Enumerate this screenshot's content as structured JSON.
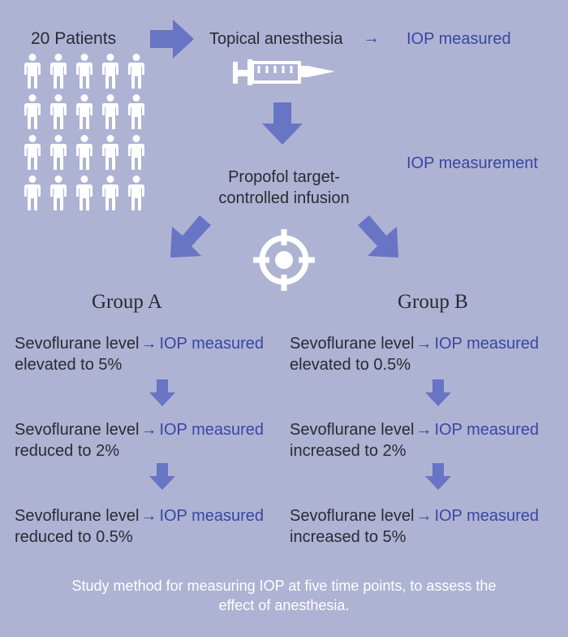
{
  "top": {
    "patients": "20 Patients",
    "topical": "Topical anesthesia",
    "iop_measured": "IOP measured",
    "iop_measurement": "IOP measurement",
    "propofol_line1": "Propofol target-",
    "propofol_line2": "controlled infusion"
  },
  "arrow_glyph": "→",
  "group_a": {
    "title": "Group A",
    "steps": [
      {
        "label": "Sevoflurane level",
        "measured": "IOP measured",
        "detail": "elevated to 5%"
      },
      {
        "label": "Sevoflurane level",
        "measured": "IOP measured",
        "detail": "reduced to 2%"
      },
      {
        "label": "Sevoflurane level",
        "measured": "IOP measured",
        "detail": "reduced to 0.5%"
      }
    ]
  },
  "group_b": {
    "title": "Group B",
    "steps": [
      {
        "label": "Sevoflurane level",
        "measured": "IOP measured",
        "detail": "elevated to 0.5%"
      },
      {
        "label": "Sevoflurane level",
        "measured": "IOP measured",
        "detail": "increased to 2%"
      },
      {
        "label": "Sevoflurane level",
        "measured": "IOP measured",
        "detail": "increased to 5%"
      }
    ]
  },
  "caption": {
    "line1": "Study method for measuring IOP at five time points, to assess the",
    "line2": "effect of anesthesia."
  },
  "colors": {
    "background": "#aeb3d4",
    "arrow": "#6874c4",
    "text_dark": "#2a2a33",
    "text_blue": "#3a46a0",
    "white": "#ffffff"
  },
  "icons": [
    "person-icon",
    "syringe-icon",
    "target-icon",
    "arrow-icon"
  ]
}
